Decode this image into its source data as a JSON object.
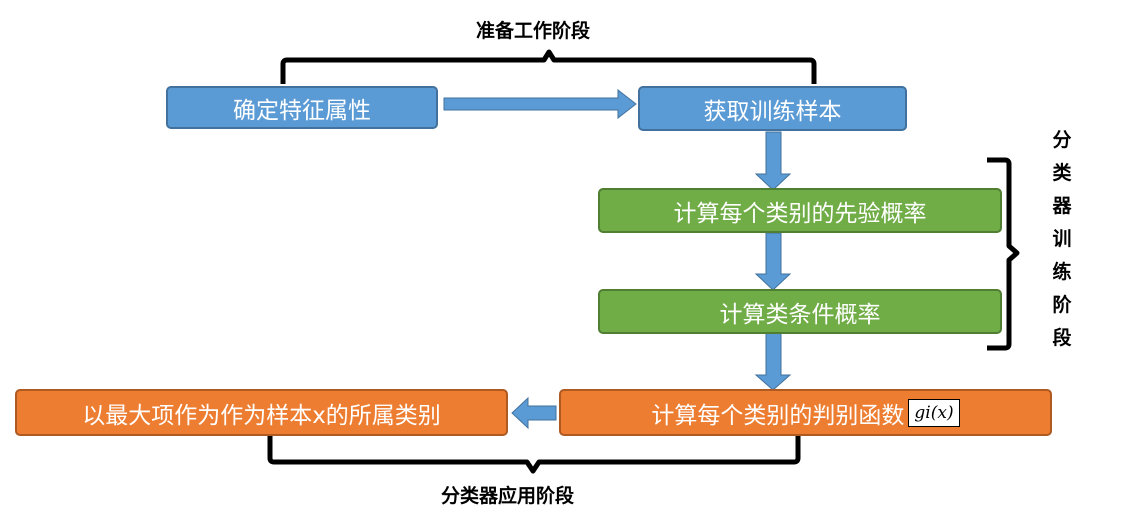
{
  "colors": {
    "blue": "#5b9bd5",
    "green": "#70ad47",
    "orange": "#ed7d31",
    "arrow": "#5b9bd5",
    "bracket": "#000000"
  },
  "labels": {
    "prep_stage": "准备工作阶段",
    "train_stage": "分类器训练阶段",
    "apply_stage": "分类器应用阶段"
  },
  "boxes": {
    "feature": "确定特征属性",
    "samples": "获取训练样本",
    "prior": "计算每个类别的先验概率",
    "conditional": "计算类条件概率",
    "discriminant": "计算每个类别的判别函数",
    "discriminant_formula": "gi(x)",
    "result": "以最大项作为作为样本x的所属类别"
  }
}
